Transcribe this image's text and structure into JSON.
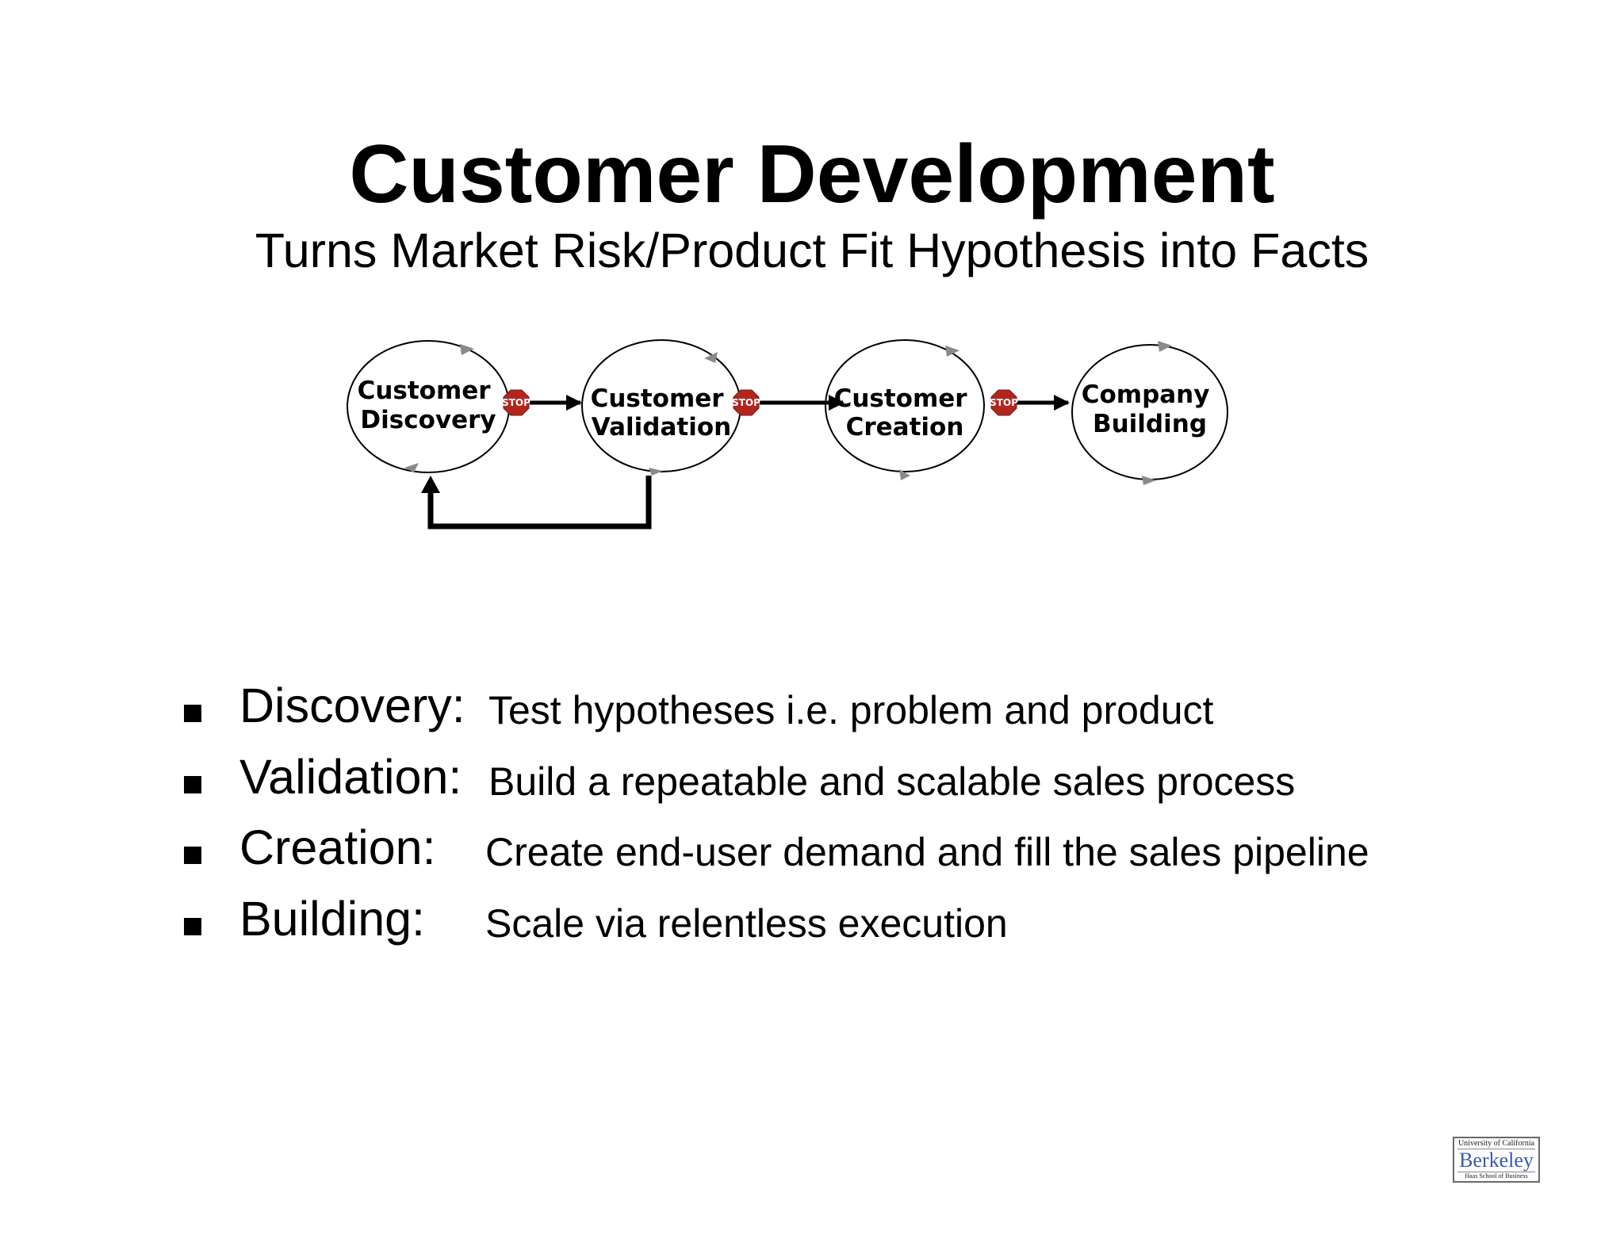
{
  "slide": {
    "title": "Customer Development",
    "subtitle": "Turns Market Risk/Product Fit Hypothesis into Facts"
  },
  "diagram": {
    "nodes": [
      {
        "id": "discovery",
        "lines": [
          "Customer",
          "Discovery"
        ]
      },
      {
        "id": "validation",
        "lines": [
          "Customer",
          "Validation"
        ]
      },
      {
        "id": "creation",
        "lines": [
          "Customer",
          "Creation"
        ]
      },
      {
        "id": "building",
        "lines": [
          "Company",
          "Building"
        ]
      }
    ],
    "stop_sign_text": "STOP",
    "colors": {
      "stop_sign": "#b3261e",
      "cycle_arrow": "#8a8a8a",
      "stroke": "#000000"
    }
  },
  "bullets": [
    {
      "term": "Discovery:",
      "description": "Test hypotheses i.e. problem and product"
    },
    {
      "term": "Validation:",
      "description": "Build a repeatable and scalable sales process"
    },
    {
      "term": "Creation:",
      "description": "Create end-user demand and fill the sales pipeline"
    },
    {
      "term": "Building:",
      "description": "Scale via relentless execution"
    }
  ],
  "logo": {
    "top": "University of California",
    "main": "Berkeley",
    "bottom": "Haas School of Business"
  }
}
